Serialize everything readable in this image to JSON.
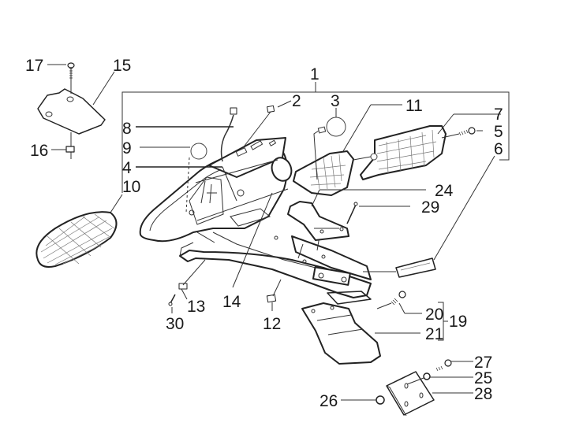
{
  "diagram": {
    "type": "exploded-parts-view",
    "subject": "rear mudguard / tail light assembly",
    "labels": {
      "p1": "1",
      "p2": "2",
      "p3": "3",
      "p4": "4",
      "p5": "5",
      "p6": "6",
      "p7": "7",
      "p8": "8",
      "p9": "9",
      "p10": "10",
      "p11": "11",
      "p12": "12",
      "p13": "13",
      "p14": "14",
      "p15": "15",
      "p16": "16",
      "p17": "17",
      "p19": "19",
      "p20": "20",
      "p21": "21",
      "p24": "24",
      "p25": "25",
      "p26": "26",
      "p27": "27",
      "p28": "28",
      "p29": "29",
      "p30": "30"
    },
    "groups": [
      {
        "label": "1",
        "members": [
          "2",
          "3",
          "4",
          "5",
          "6",
          "7",
          "8",
          "9",
          "10",
          "11"
        ]
      },
      {
        "label": "19",
        "members": [
          "20",
          "21"
        ]
      }
    ]
  }
}
